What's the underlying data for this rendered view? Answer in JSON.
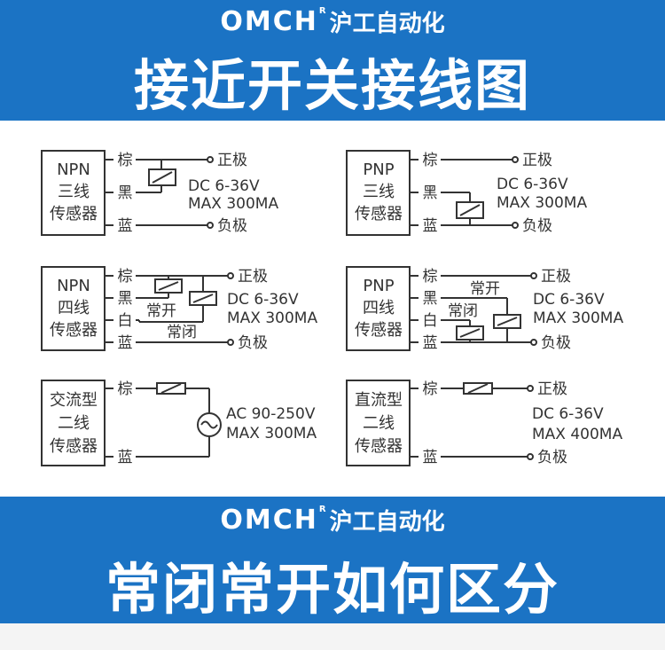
{
  "header": {
    "brand_logo": "OMCH",
    "brand_reg": "R",
    "brand_name": "沪工自动化",
    "title": "接近开关接线图"
  },
  "wire_labels": {
    "brown": "棕",
    "black": "黑",
    "white": "白",
    "blue": "蓝",
    "positive": "正极",
    "negative": "负极",
    "no": "常开",
    "nc": "常闭"
  },
  "sensors": {
    "npn3": {
      "line1": "NPN",
      "line2": "三线",
      "line3": "传感器",
      "spec1": "DC 6-36V",
      "spec2": "MAX 300MA"
    },
    "pnp3": {
      "line1": "PNP",
      "line2": "三线",
      "line3": "传感器",
      "spec1": "DC 6-36V",
      "spec2": "MAX 300MA"
    },
    "npn4": {
      "line1": "NPN",
      "line2": "四线",
      "line3": "传感器",
      "spec1": "DC 6-36V",
      "spec2": "MAX 300MA"
    },
    "pnp4": {
      "line1": "PNP",
      "line2": "四线",
      "line3": "传感器",
      "spec1": "DC 6-36V",
      "spec2": "MAX 300MA"
    },
    "ac2": {
      "line1": "交流型",
      "line2": "二线",
      "line3": "传感器",
      "spec1": "AC 90-250V",
      "spec2": "MAX 300MA"
    },
    "dc2": {
      "line1": "直流型",
      "line2": "二线",
      "line3": "传感器",
      "spec1": "DC 6-36V",
      "spec2": "MAX 400MA"
    }
  },
  "footer": {
    "brand_logo": "OMCH",
    "brand_reg": "R",
    "brand_name": "沪工自动化",
    "title": "常闭常开如何区分"
  },
  "colors": {
    "band": "#1b73c4",
    "line": "#333333",
    "background": "#ffffff"
  }
}
